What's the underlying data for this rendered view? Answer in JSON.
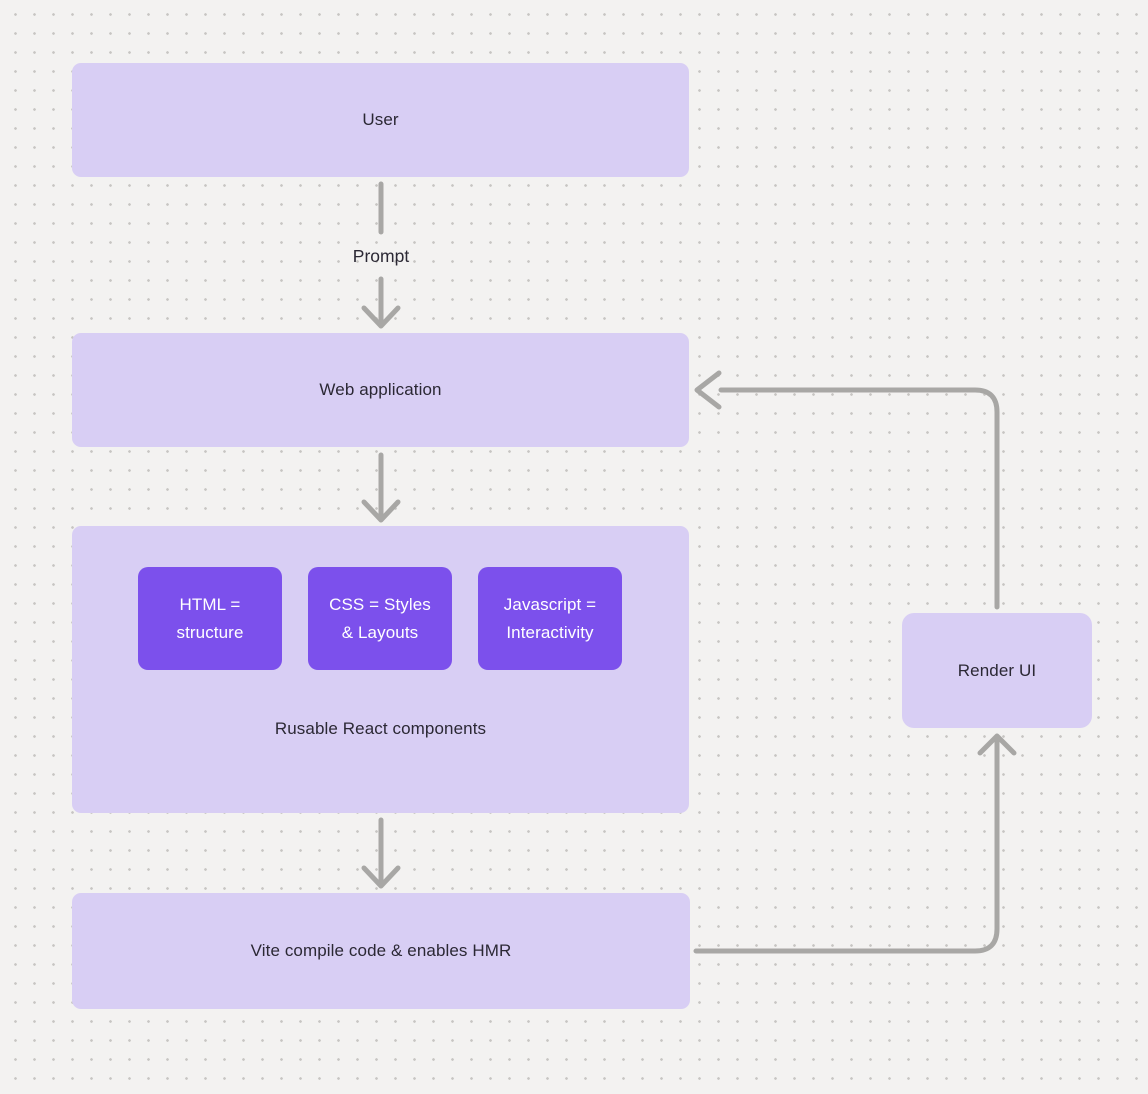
{
  "colors": {
    "background": "#f3f2f1",
    "dot": "#c7c5c3",
    "node_fill": "#d8cef4",
    "card_fill": "#7c50ec",
    "card_text": "#ffffff",
    "text": "#2b2834",
    "arrow": "#a8a7a5"
  },
  "nodes": {
    "user": {
      "label": "User"
    },
    "web_application": {
      "label": "Web application"
    },
    "components": {
      "caption": "Rusable React components",
      "cards": [
        {
          "lines": [
            "HTML =",
            "structure"
          ]
        },
        {
          "lines": [
            "CSS = Styles",
            "& Layouts"
          ]
        },
        {
          "lines": [
            "Javascript =",
            "Interactivity"
          ]
        }
      ]
    },
    "vite": {
      "label": "Vite compile code & enables HMR"
    },
    "render_ui": {
      "label": "Render UI"
    }
  },
  "edges": {
    "prompt_label": "Prompt"
  }
}
